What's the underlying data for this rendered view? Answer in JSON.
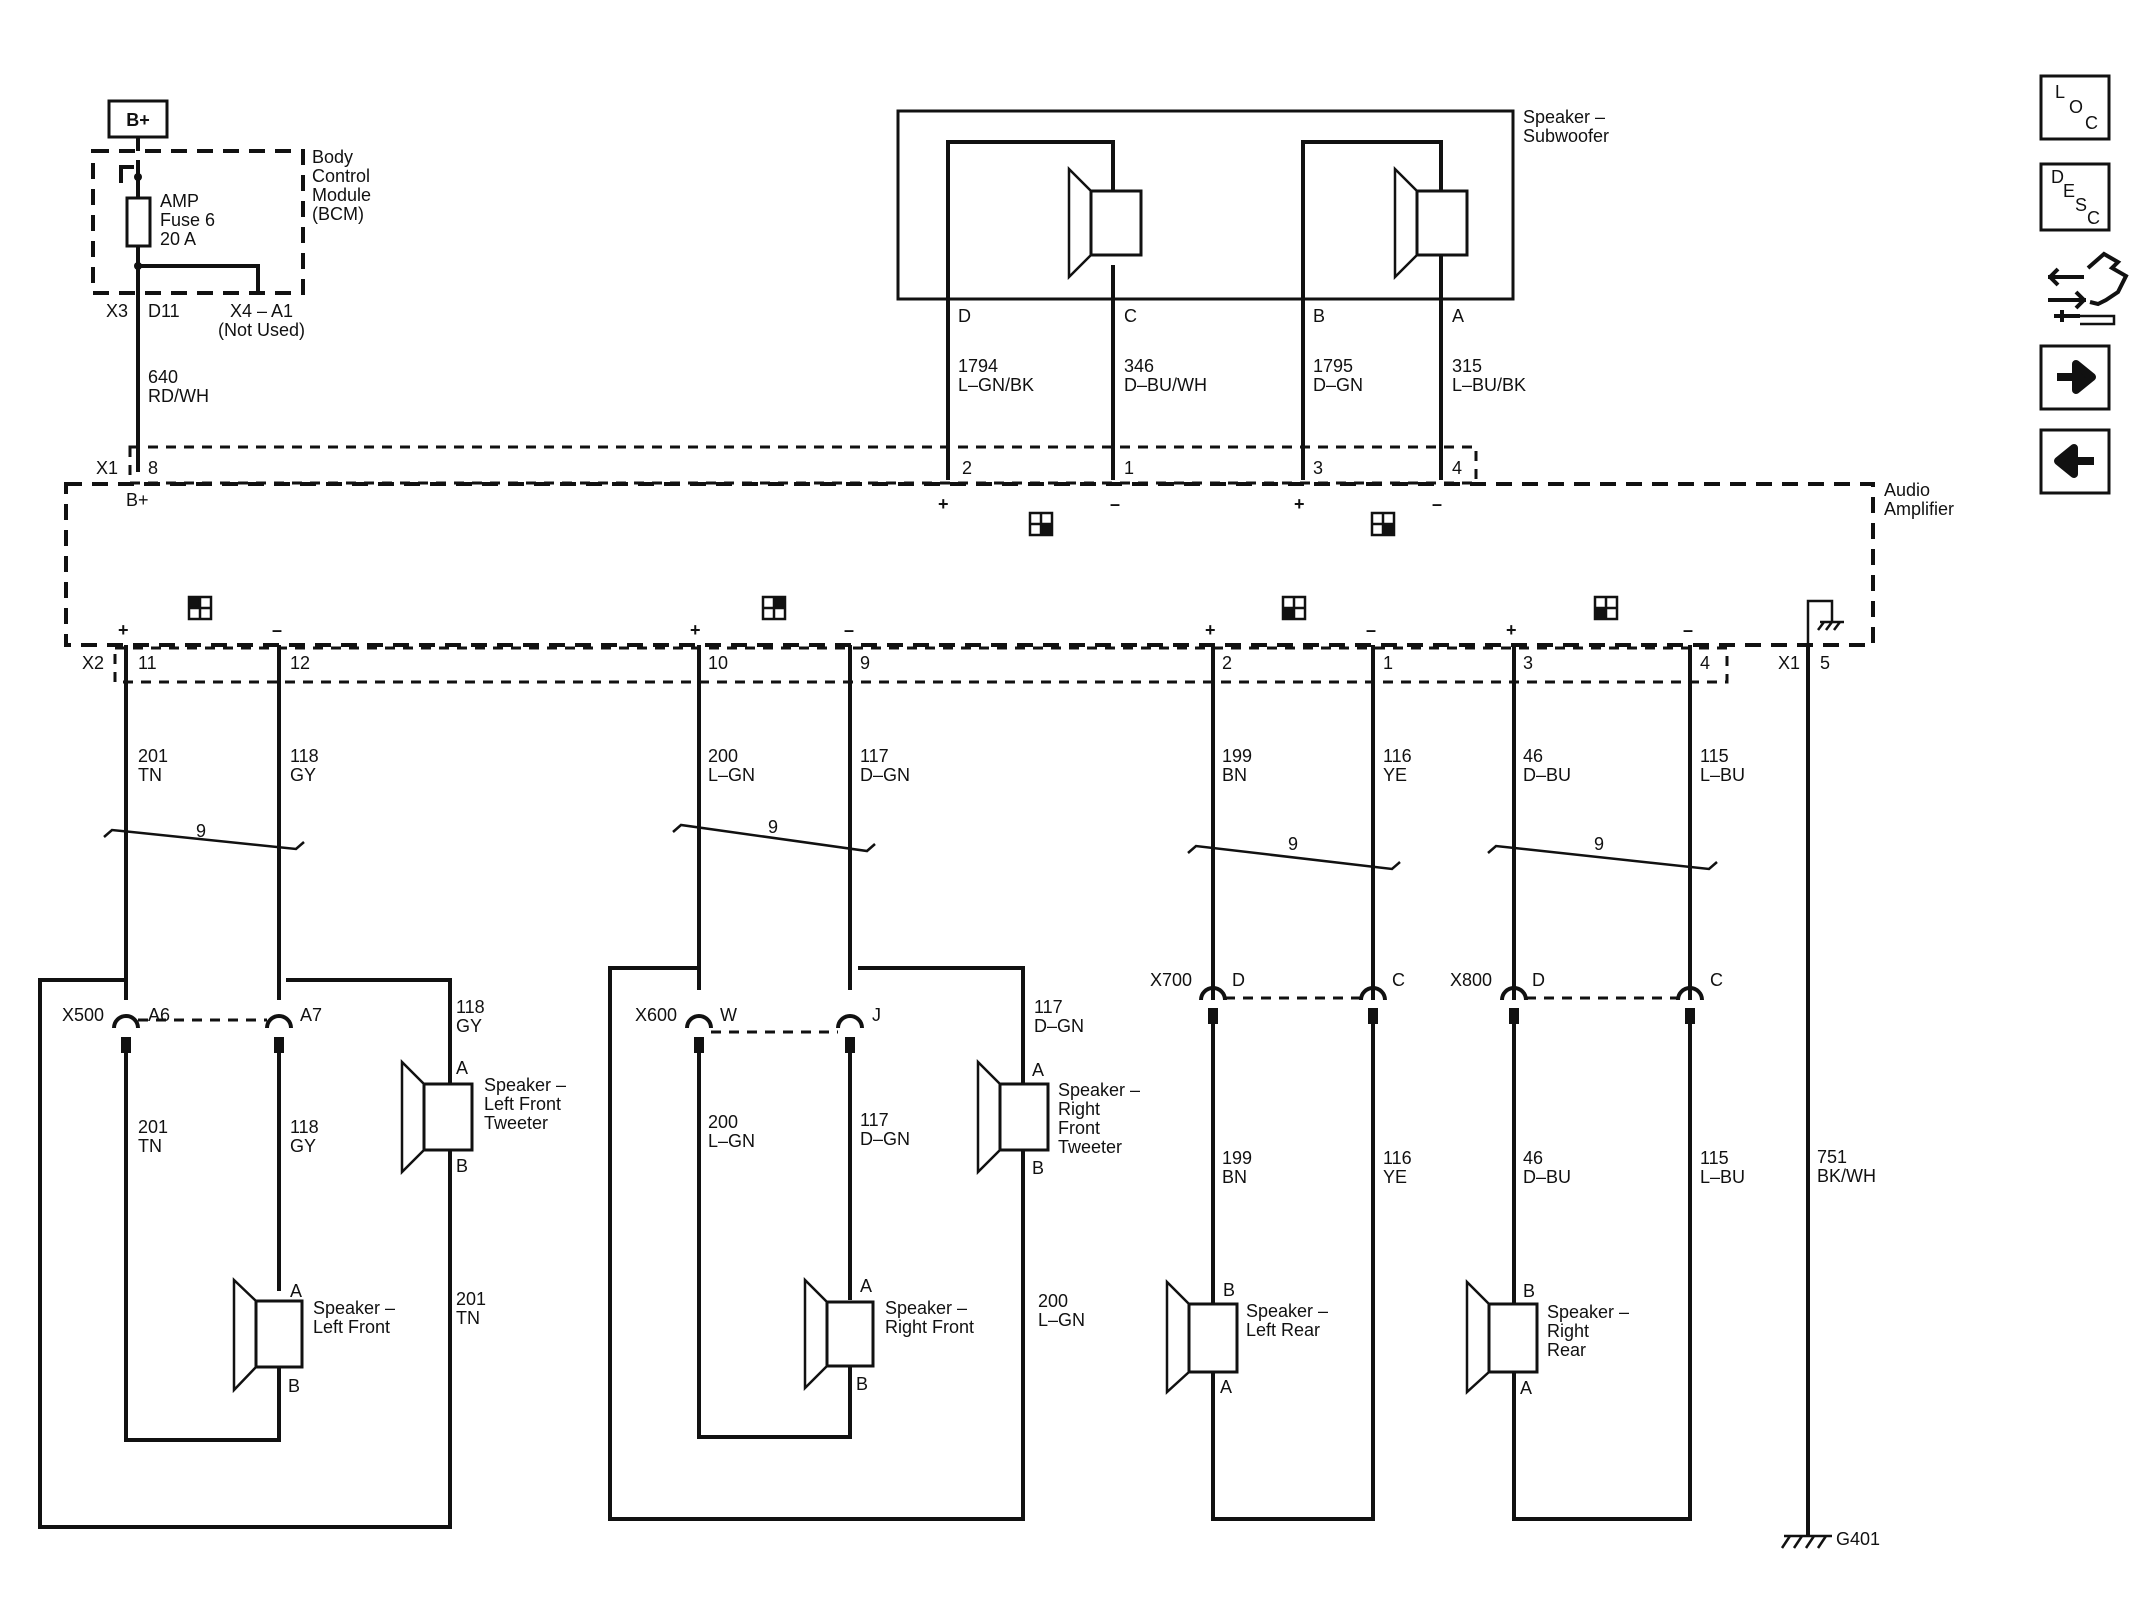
{
  "power": {
    "label": "B+"
  },
  "bcm": {
    "name_lines": [
      "Body",
      "Control",
      "Module",
      "(BCM)"
    ],
    "fuse_lines": [
      "AMP",
      "Fuse 6",
      "20 A"
    ],
    "conn_x3": "X3",
    "pin_d11": "D11",
    "conn_x4": "X4 – A1",
    "not_used": "(Not Used)",
    "wire_circuit": "640",
    "wire_color": "RD/WH"
  },
  "subwoofer": {
    "name_lines": [
      "Speaker –",
      "Subwoofer"
    ],
    "pins": [
      "D",
      "C",
      "B",
      "A"
    ],
    "wires": [
      {
        "circuit": "1794",
        "color": "L–GN/BK"
      },
      {
        "circuit": "346",
        "color": "D–BU/WH"
      },
      {
        "circuit": "1795",
        "color": "D–GN"
      },
      {
        "circuit": "315",
        "color": "L–BU/BK"
      }
    ],
    "x1_pins": [
      "2",
      "1",
      "3",
      "4"
    ]
  },
  "amplifier": {
    "name_lines": [
      "Audio",
      "Amplifier"
    ],
    "conn_x1": "X1",
    "pin_8": "8",
    "bplus": "B+",
    "conn_x2": "X2",
    "conn_x1_ground": "X1",
    "ground_pin": "5",
    "plus": "+",
    "minus": "–"
  },
  "channels": [
    {
      "pins": [
        "11",
        "12"
      ],
      "wires": [
        {
          "circuit": "201",
          "color": "TN"
        },
        {
          "circuit": "118",
          "color": "GY"
        }
      ],
      "twist": "9",
      "connector": "X500",
      "conn_pins": [
        "A6",
        "A7"
      ],
      "tweeter_wire": {
        "circuit": "118",
        "color": "GY"
      },
      "tweeter_lines": [
        "Speaker –",
        "Left Front",
        "Tweeter"
      ],
      "speaker_lines": [
        "Speaker –",
        "Left Front"
      ],
      "return_wire": {
        "circuit": "201",
        "color": "TN"
      },
      "inner_wires": [
        {
          "circuit": "201",
          "color": "TN"
        },
        {
          "circuit": "118",
          "color": "GY"
        }
      ],
      "spk_pins": [
        "A",
        "B"
      ]
    },
    {
      "pins": [
        "10",
        "9"
      ],
      "wires": [
        {
          "circuit": "200",
          "color": "L–GN"
        },
        {
          "circuit": "117",
          "color": "D–GN"
        }
      ],
      "twist": "9",
      "connector": "X600",
      "conn_pins": [
        "W",
        "J"
      ],
      "tweeter_wire": {
        "circuit": "117",
        "color": "D–GN"
      },
      "tweeter_lines": [
        "Speaker –",
        "Right",
        "Front",
        "Tweeter"
      ],
      "speaker_lines": [
        "Speaker –",
        "Right Front"
      ],
      "return_wire": {
        "circuit": "200",
        "color": "L–GN"
      },
      "inner_wires": [
        {
          "circuit": "200",
          "color": "L–GN"
        },
        {
          "circuit": "117",
          "color": "D–GN"
        }
      ],
      "spk_pins": [
        "A",
        "B"
      ]
    },
    {
      "pins": [
        "2",
        "1"
      ],
      "wires": [
        {
          "circuit": "199",
          "color": "BN"
        },
        {
          "circuit": "116",
          "color": "YE"
        }
      ],
      "twist": "9",
      "connector": "X700",
      "conn_pins": [
        "D",
        "C"
      ],
      "speaker_lines": [
        "Speaker –",
        "Left Rear"
      ],
      "inner_wires": [
        {
          "circuit": "199",
          "color": "BN"
        },
        {
          "circuit": "116",
          "color": "YE"
        }
      ],
      "spk_pins": [
        "B",
        "A"
      ]
    },
    {
      "pins": [
        "3",
        "4"
      ],
      "wires": [
        {
          "circuit": "46",
          "color": "D–BU"
        },
        {
          "circuit": "115",
          "color": "L–BU"
        }
      ],
      "twist": "9",
      "connector": "X800",
      "conn_pins": [
        "D",
        "C"
      ],
      "speaker_lines": [
        "Speaker –",
        "Right",
        "Rear"
      ],
      "inner_wires": [
        {
          "circuit": "46",
          "color": "D–BU"
        },
        {
          "circuit": "115",
          "color": "L–BU"
        }
      ],
      "spk_pins": [
        "B",
        "A"
      ]
    }
  ],
  "ground": {
    "wire_circuit": "751",
    "wire_color": "BK/WH",
    "name": "G401"
  },
  "nav": {
    "loc": [
      "L",
      "O",
      "C"
    ],
    "desc": [
      "D",
      "E",
      "S",
      "C"
    ],
    "icons": [
      "connector-view-icon",
      "next-arrow-icon",
      "previous-arrow-icon"
    ]
  }
}
